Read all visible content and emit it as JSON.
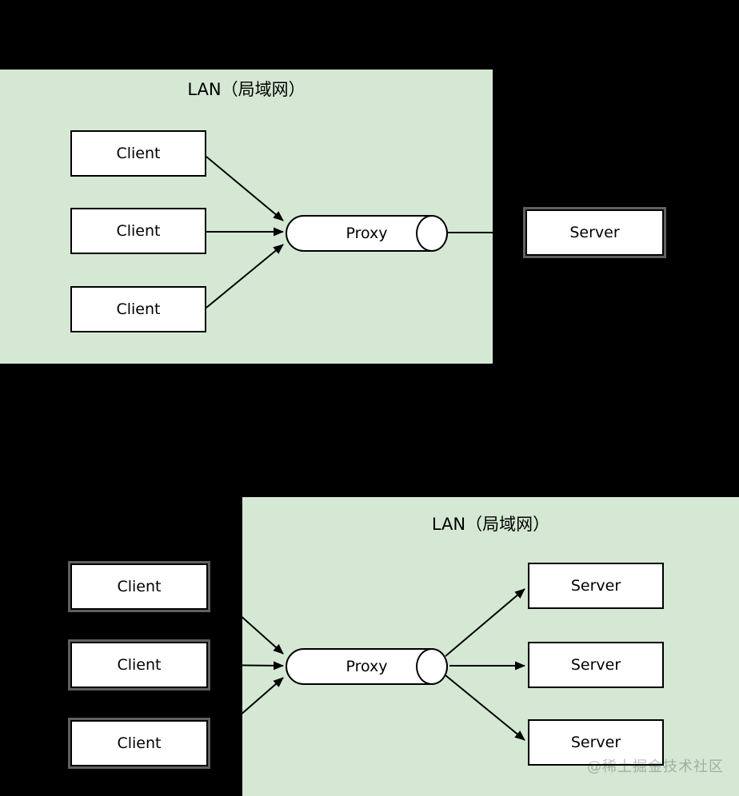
{
  "diagram1": {
    "lan_title": "LAN（局域网）",
    "clients": [
      "Client",
      "Client",
      "Client"
    ],
    "proxy_label": "Proxy",
    "server_label": "Server"
  },
  "diagram2": {
    "lan_title": "LAN（局域网）",
    "clients": [
      "Client",
      "Client",
      "Client"
    ],
    "proxy_label": "Proxy",
    "servers": [
      "Server",
      "Server",
      "Server"
    ]
  },
  "watermark": "@稀土掘金技术社区",
  "colors": {
    "background": "#000000",
    "lan_fill": "#d5e8d4",
    "node_fill": "#ffffff",
    "node_border": "#000000",
    "watermark_gray": "#99a799"
  }
}
